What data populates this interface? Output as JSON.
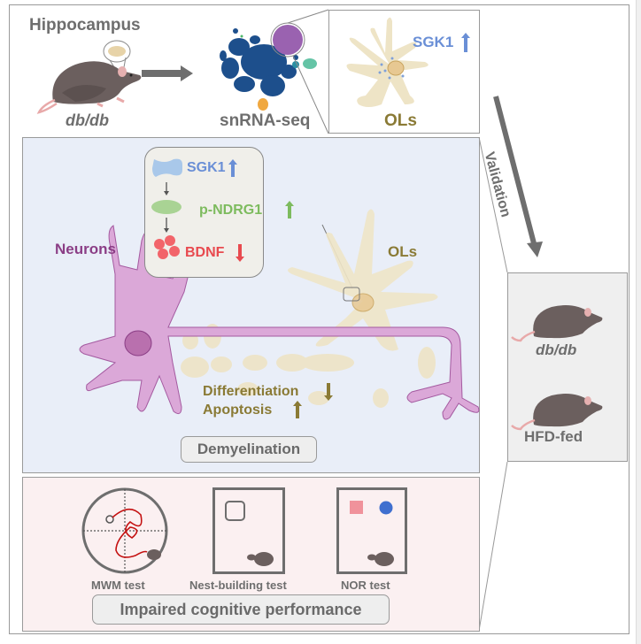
{
  "figure": {
    "top": {
      "tissue_label": "Hippocampus",
      "mouse_model_label": "db/db",
      "method_label": "snRNA-seq",
      "inset": {
        "gene_label": "SGK1",
        "gene_direction": "up",
        "cell_type_label": "OLs"
      }
    },
    "mechanism": {
      "neurons_label": "Neurons",
      "ols_label": "OLs",
      "pathway": [
        {
          "label": "SGK1",
          "direction": "up",
          "color": "#6a8fd6"
        },
        {
          "label": "p-NDRG1",
          "direction": "up",
          "color": "#7dbb5e"
        },
        {
          "label": "BDNF",
          "direction": "down",
          "color": "#e84a4f"
        }
      ],
      "effects": [
        {
          "label": "Differentiation",
          "direction": "down"
        },
        {
          "label": "Apoptosis",
          "direction": "up"
        }
      ],
      "outcome_label": "Demyelination"
    },
    "behavior": {
      "tests": [
        {
          "label": "MWM test"
        },
        {
          "label": "Nest-building test"
        },
        {
          "label": "NOR test"
        }
      ],
      "outcome_label": "Impaired cognitive performance"
    },
    "validation": {
      "arrow_label": "Validation",
      "models": [
        {
          "label": "db/db"
        },
        {
          "label": "HFD-fed"
        }
      ]
    }
  },
  "colors": {
    "ols_text": "#8a7a35",
    "neurons_text": "#8b3e86",
    "neuron_fill": "#dba8d8",
    "ol_fill": "#eee4c6",
    "gray_text": "#6e6e6e",
    "sgk1_blue": "#6a8fd6",
    "ndrg1_green": "#7dbb5e",
    "bdnf_red": "#e84a4f"
  }
}
